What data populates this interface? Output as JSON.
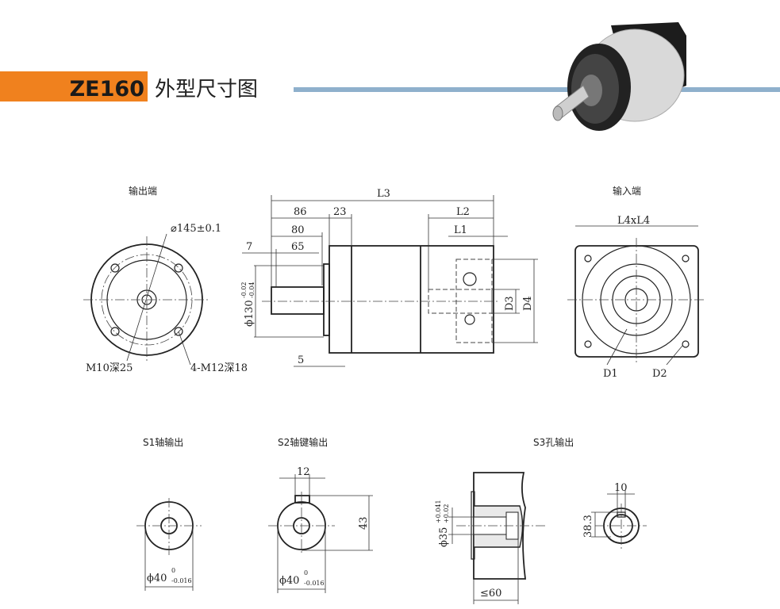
{
  "header": {
    "model": "ZE160",
    "title": "外型尺寸图",
    "accent_color": "#f0811e",
    "rule_color": "#8fb0cc"
  },
  "output_view": {
    "label": "输出端",
    "pcd": "⌀145±0.1",
    "center_tap": "M10深25",
    "bolt_holes": "4-M12深18"
  },
  "side_view": {
    "L3": "L3",
    "d86": "86",
    "d23": "23",
    "d80": "80",
    "d65": "65",
    "d7": "7",
    "L2": "L2",
    "L1": "L1",
    "D3": "D3",
    "D4": "D4",
    "pilot": "ϕ130",
    "pilot_tol_upper": "-0.02",
    "pilot_tol_lower": "-0.04",
    "d5": "5"
  },
  "input_view": {
    "label": "输入端",
    "square": "L4xL4",
    "D1": "D1",
    "D2": "D2"
  },
  "s1": {
    "label": "S1轴输出",
    "dia": "ϕ40",
    "tol_upper": "0",
    "tol_lower": "-0.016"
  },
  "s2": {
    "label": "S2轴键输出",
    "key": "12",
    "height": "43",
    "dia": "ϕ40",
    "tol_upper": "0",
    "tol_lower": "-0.016"
  },
  "s3": {
    "label": "S3孔输出",
    "bore": "ϕ35",
    "tol_upper": "+0.041",
    "tol_lower": "+0.02",
    "depth": "≤60",
    "key": "10",
    "height": "38.3"
  }
}
